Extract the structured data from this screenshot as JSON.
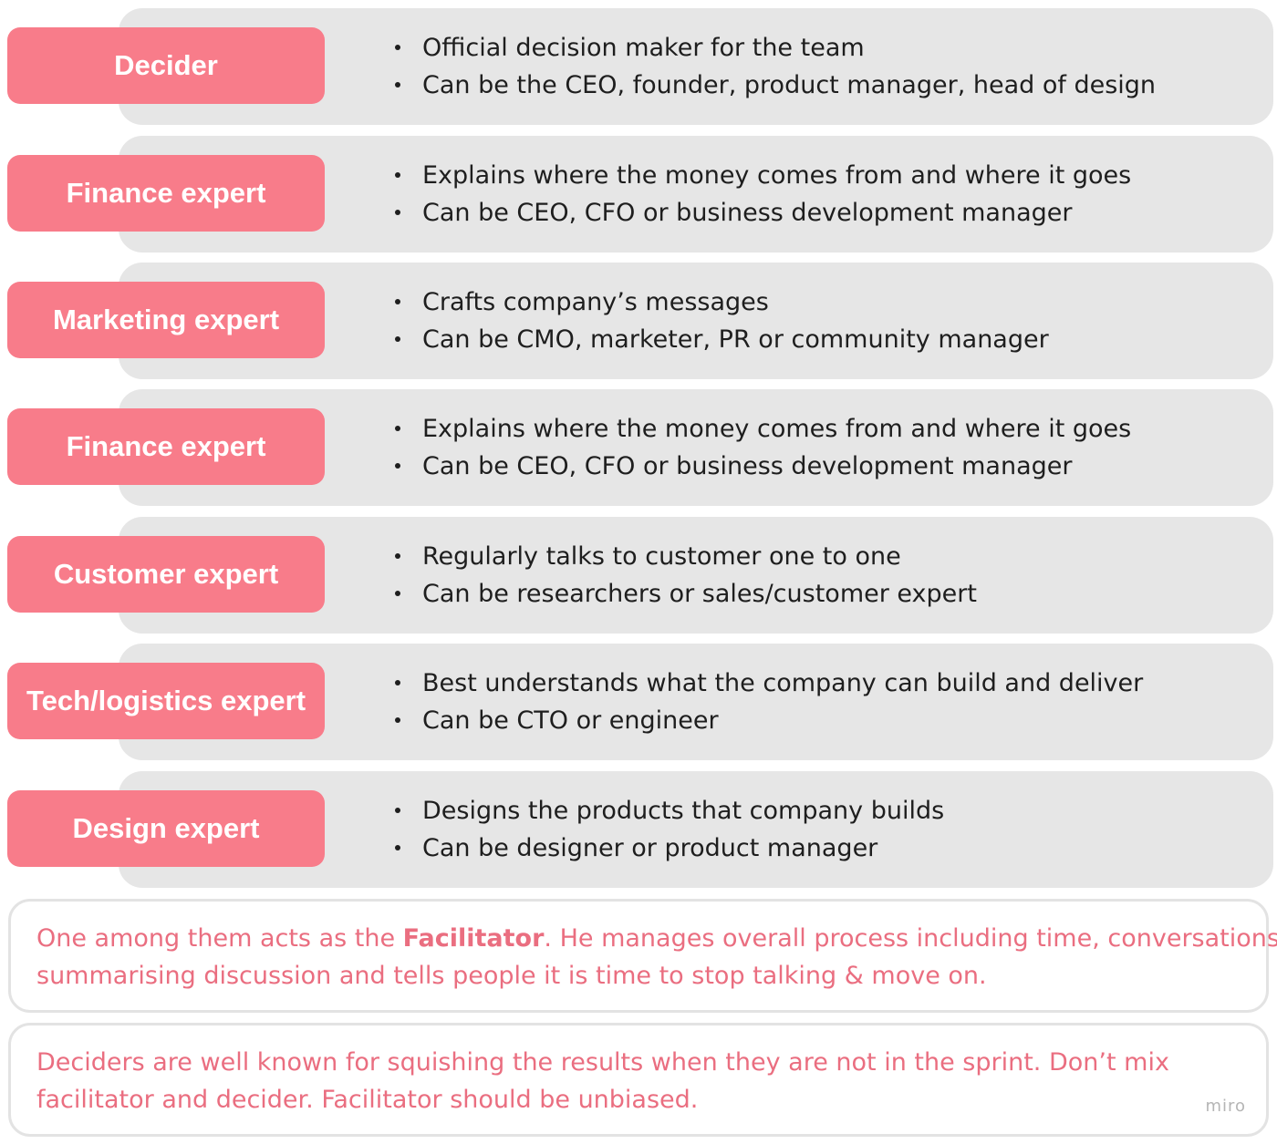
{
  "roles": [
    {
      "name": "Decider",
      "points": [
        "Official decision maker for the team",
        "Can be the CEO, founder, product manager, head of design"
      ]
    },
    {
      "name": "Finance expert",
      "points": [
        "Explains where the money comes from and where it goes",
        "Can be CEO, CFO or business development manager"
      ]
    },
    {
      "name": "Marketing expert",
      "points": [
        "Crafts company’s messages",
        "Can be CMO, marketer, PR or community manager"
      ]
    },
    {
      "name": "Finance expert",
      "points": [
        "Explains where the money comes from and where it goes",
        "Can be CEO, CFO or business development manager"
      ]
    },
    {
      "name": "Customer expert",
      "points": [
        "Regularly talks to customer one to one",
        "Can be researchers or sales/customer expert"
      ]
    },
    {
      "name": "Tech/logistics expert",
      "points": [
        "Best understands what the company can build and deliver",
        "Can be CTO or engineer"
      ]
    },
    {
      "name": "Design expert",
      "points": [
        "Designs the products that company builds",
        "Can be designer or product manager"
      ]
    }
  ],
  "facilitator_note": {
    "line1_before": "One among them acts as the ",
    "line1_bold": "Facilitator",
    "line1_after": ". He manages overall process including time, conversations,",
    "line2": "summarising discussion and tells people it is time to stop talking & move on."
  },
  "decider_note": {
    "line1": "Deciders are well known for squishing the results when they are not in the sprint. Don’t mix",
    "line2": "facilitator and decider. Facilitator should be unbiased."
  },
  "watermark": "miro",
  "colors": {
    "badge": "#f87c8a",
    "card": "#e6e6e6",
    "note_text": "#ea6e80"
  }
}
